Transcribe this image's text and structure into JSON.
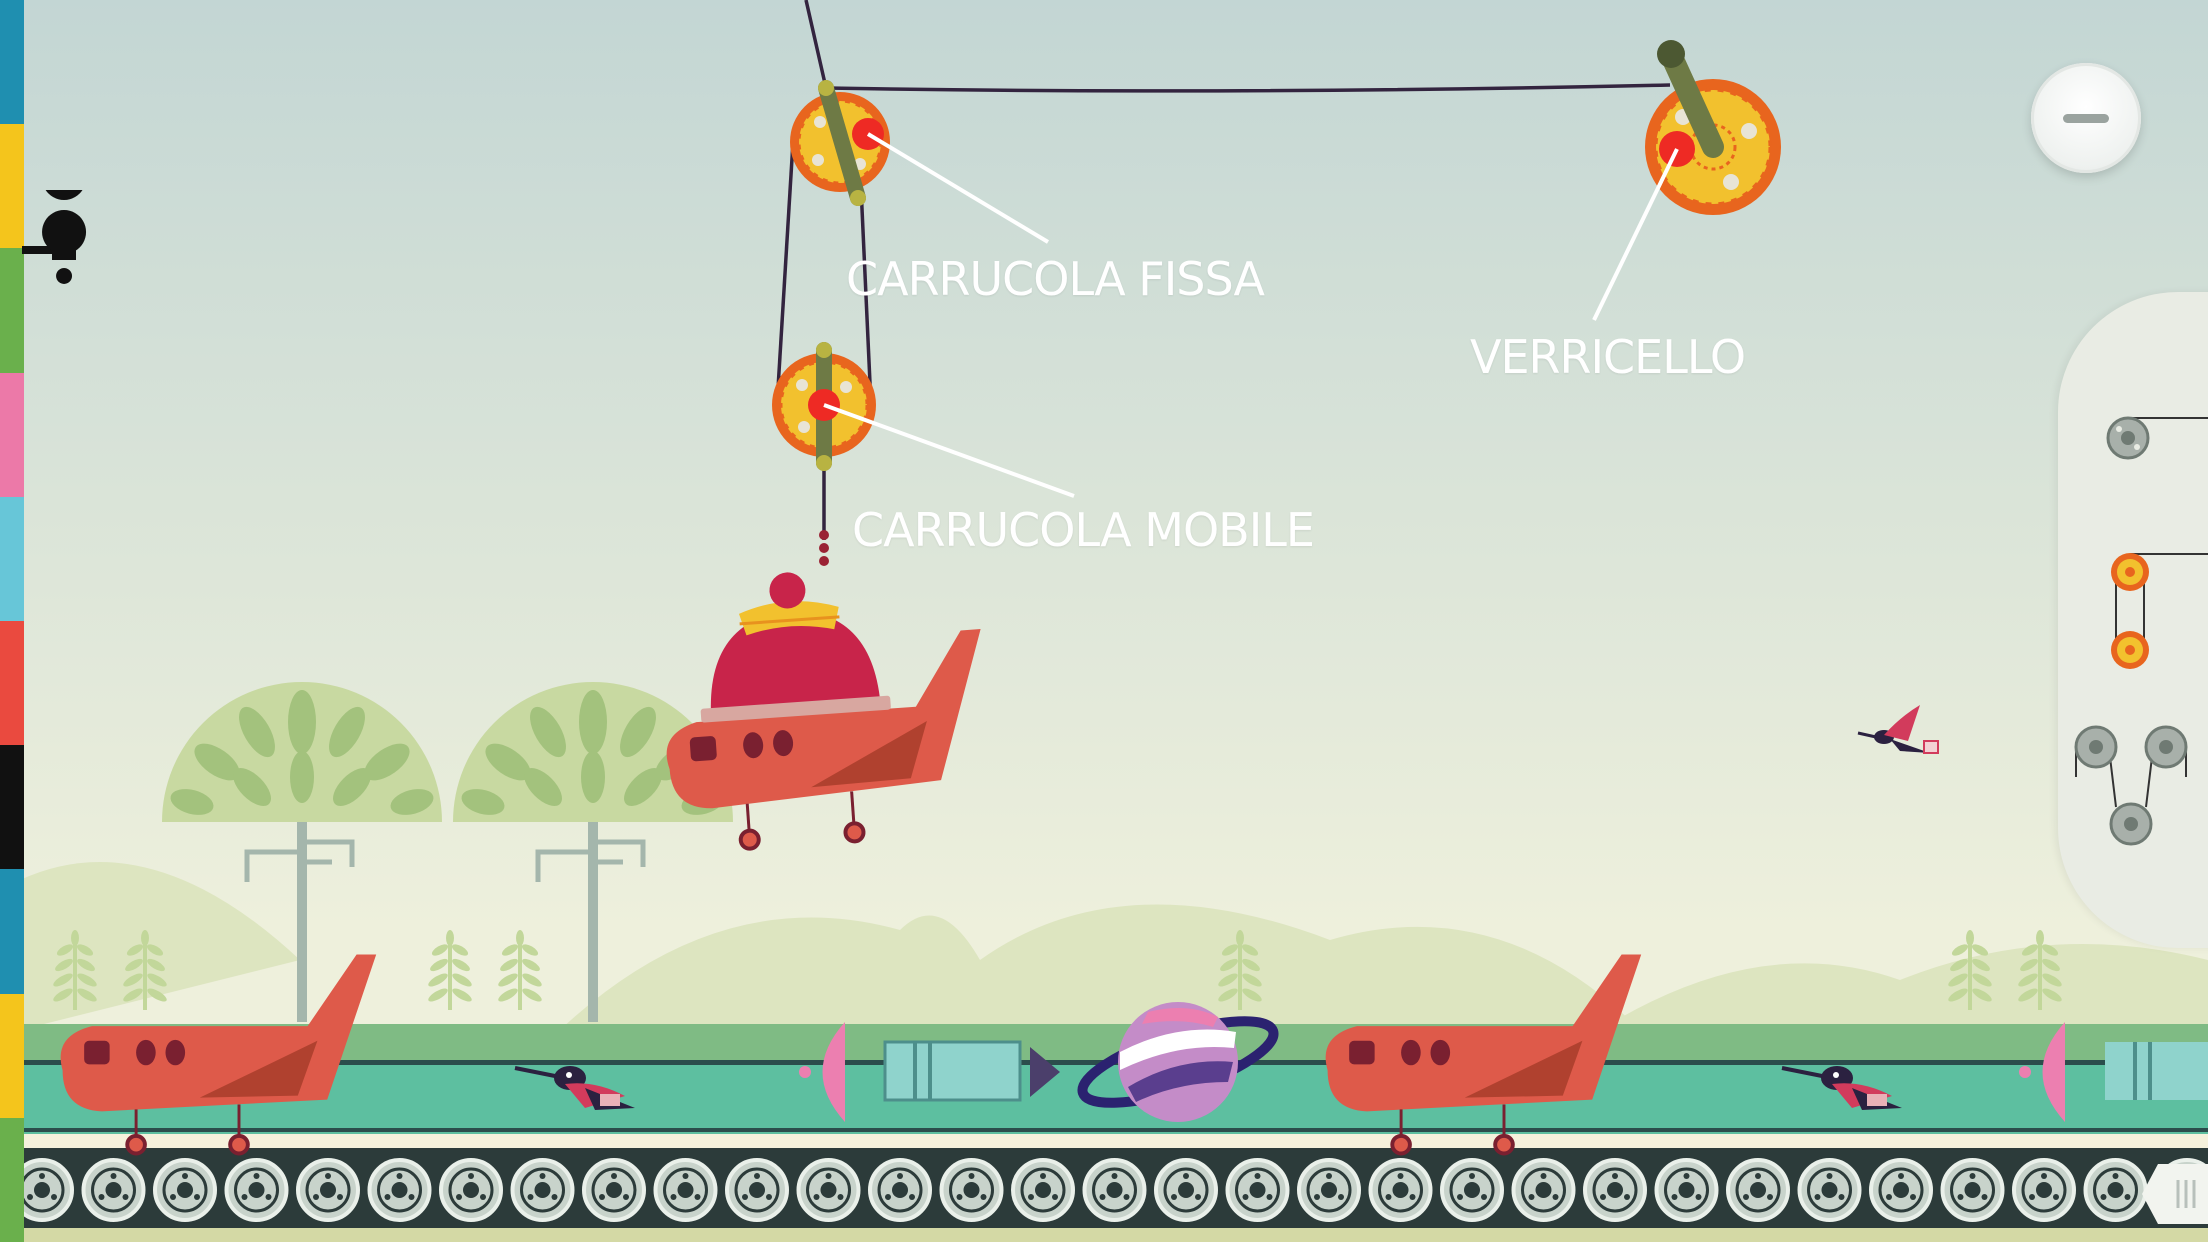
{
  "labels": {
    "fixed_pulley": "CARRUCOLA FISSA",
    "movable_pulley": "CARRUCOLA MOBILE",
    "winch": "VERRICELLO"
  },
  "icons": {
    "app_logo": "wind-up-key-icon",
    "zoom_out": "minus-icon",
    "tray_handle": "grip-lines-icon"
  },
  "tray_parts": [
    "single-pulley-icon",
    "pulley-pair-icon",
    "pulley-triple-icon"
  ],
  "colors": {
    "sky_top": "#c3d6d4",
    "sky_bottom": "#eef0dc",
    "pulley_orange": "#e8651e",
    "pulley_yellow": "#f2c12e",
    "pivot_red": "#ee2a24",
    "arm_green": "#6e7a45",
    "plane_red": "#de5a4a",
    "track_teal": "#5dbfa0",
    "belt_dark": "#2c3b3a"
  },
  "side_stripes": [
    "#1f8fb0",
    "#f4c51c",
    "#6ab04c",
    "#ec79a8",
    "#67c6d8",
    "#ea4a3f",
    "#111111",
    "#1f8fb0",
    "#f4c51c",
    "#6ab04c"
  ]
}
